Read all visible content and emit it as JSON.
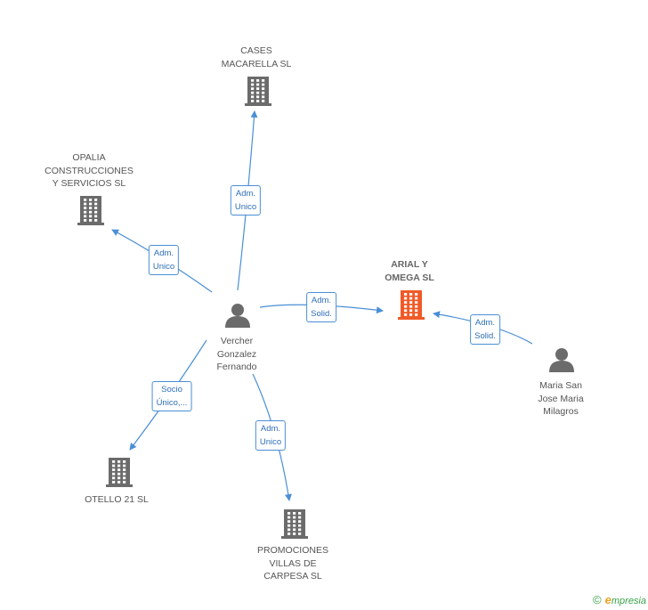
{
  "nodes": [
    {
      "id": "cases",
      "type": "company",
      "label": "CASES\nMACARELLA SL",
      "color": "#6b6b6b"
    },
    {
      "id": "opalia",
      "type": "company",
      "label": "OPALIA\nCONSTRUCCIONES\nY SERVICIOS SL",
      "color": "#6b6b6b"
    },
    {
      "id": "arial",
      "type": "company",
      "label": "ARIAL Y\nOMEGA SL",
      "color": "#f05a28",
      "focus": true
    },
    {
      "id": "vercher",
      "type": "person",
      "label": "Vercher\nGonzalez\nFernando",
      "color": "#6b6b6b"
    },
    {
      "id": "maria",
      "type": "person",
      "label": "Maria San\nJose Maria\nMilagros",
      "color": "#6b6b6b"
    },
    {
      "id": "otello",
      "type": "company",
      "label": "OTELLO 21  SL",
      "color": "#6b6b6b"
    },
    {
      "id": "promociones",
      "type": "company",
      "label": "PROMOCIONES\nVILLAS DE\nCARPESA SL",
      "color": "#6b6b6b"
    }
  ],
  "edges": [
    {
      "id": "e-cases",
      "from": "vercher",
      "to": "cases",
      "label": "Adm.\nUnico"
    },
    {
      "id": "e-opalia",
      "from": "vercher",
      "to": "opalia",
      "label": "Adm.\nUnico"
    },
    {
      "id": "e-arial-v",
      "from": "vercher",
      "to": "arial",
      "label": "Adm.\nSolid."
    },
    {
      "id": "e-arial-m",
      "from": "maria",
      "to": "arial",
      "label": "Adm.\nSolid."
    },
    {
      "id": "e-otello",
      "from": "vercher",
      "to": "otello",
      "label": "Socio\nÚnico,..."
    },
    {
      "id": "e-promo",
      "from": "vercher",
      "to": "promociones",
      "label": "Adm.\nUnico"
    }
  ],
  "colors": {
    "edge": "#4a8fd6",
    "company": "#6b6b6b",
    "focus": "#f05a28"
  },
  "footer": {
    "copyright": "©",
    "brand_initial": "e",
    "brand_rest": "mpresia"
  }
}
